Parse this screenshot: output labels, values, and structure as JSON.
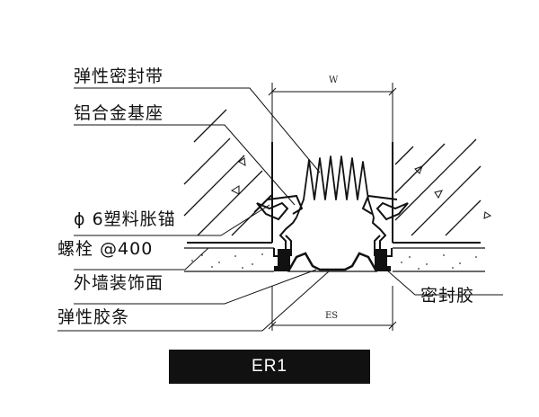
{
  "labels": {
    "sealing_strip": "弹性密封带",
    "aluminum_base": "铝合金基座",
    "anchor_line1": "ϕ 6塑料胀锚",
    "anchor_line2": "螺栓 @400",
    "wall_finish": "外墙装饰面",
    "rubber_strip": "弹性胶条",
    "sealant": "密封胶"
  },
  "dimensions": {
    "top": "W",
    "bottom": "ES"
  },
  "caption": "ER1",
  "colors": {
    "ink": "#111111",
    "caption_bg": "#111111",
    "caption_text": "#ffffff",
    "background": "#ffffff"
  }
}
